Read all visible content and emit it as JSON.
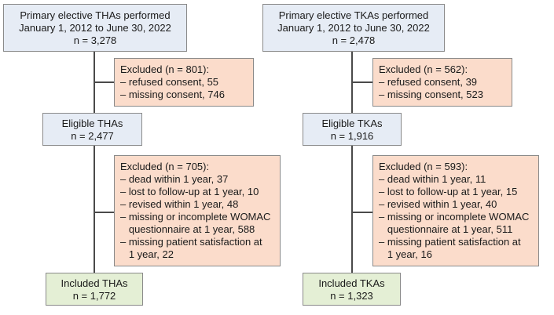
{
  "left": {
    "start": {
      "lines": [
        "Primary elective THAs performed",
        "January 1, 2012 to June 30, 2022",
        "n = 3,278"
      ]
    },
    "excluded1": {
      "lines": [
        "Excluded (n = 801):",
        "– refused consent, 55",
        "– missing consent, 746"
      ]
    },
    "eligible": {
      "lines": [
        "Eligible THAs",
        "n = 2,477"
      ]
    },
    "excluded2": {
      "lines": [
        "Excluded (n = 705):",
        "– dead within 1 year, 37",
        "– lost to follow-up at 1 year, 10",
        "– revised within 1 year, 48",
        "– missing or incomplete WOMAC",
        "   questionnaire at 1 year, 588",
        "– missing patient satisfaction at",
        "   1 year, 22"
      ]
    },
    "included": {
      "lines": [
        "Included THAs",
        "n = 1,772"
      ]
    }
  },
  "right": {
    "start": {
      "lines": [
        "Primary elective TKAs performed",
        "January 1, 2012 to June 30, 2022",
        "n = 2,478"
      ]
    },
    "excluded1": {
      "lines": [
        "Excluded (n = 562):",
        "– refused consent, 39",
        "– missing consent, 523"
      ]
    },
    "eligible": {
      "lines": [
        "Eligible TKAs",
        "n = 1,916"
      ]
    },
    "excluded2": {
      "lines": [
        "Excluded (n = 593):",
        "– dead within 1 year, 11",
        "– lost to follow-up at 1 year, 15",
        "– revised within 1 year, 40",
        "– missing or incomplete WOMAC",
        "   questionnaire at 1 year, 511",
        "– missing patient satisfaction at",
        "   1 year, 16"
      ]
    },
    "included": {
      "lines": [
        "Included TKAs",
        "n = 1,323"
      ]
    }
  },
  "colors": {
    "start_eligible": "#e6ecf5",
    "excluded": "#fbdccb",
    "included": "#e4efd5",
    "connector": "#4a4a4a"
  }
}
